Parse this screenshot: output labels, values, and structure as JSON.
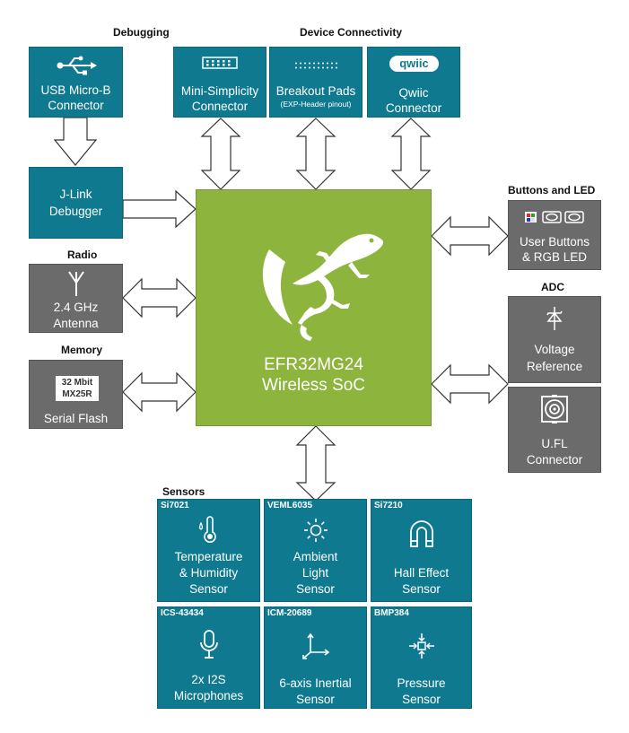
{
  "sections": {
    "debugging": "Debugging",
    "device_connectivity": "Device Connectivity",
    "buttons_led": "Buttons and LED",
    "radio": "Radio",
    "memory": "Memory",
    "adc": "ADC",
    "sensors": "Sensors"
  },
  "blocks": {
    "usb": {
      "line1": "USB Micro-B",
      "line2": "Connector",
      "icon": "usb-icon"
    },
    "jlink": {
      "line1": "J-Link",
      "line2": "Debugger"
    },
    "mini_simplicity": {
      "line1": "Mini-Simplicity",
      "line2": "Connector",
      "icon": "connector-header-icon"
    },
    "breakout": {
      "line1": "Breakout Pads",
      "sub": "(EXP-Header pinout)",
      "icon": "breakout-pads-icon"
    },
    "qwiic": {
      "logo": "qwiic",
      "line1": "Qwiic",
      "line2": "Connector"
    },
    "user_buttons": {
      "line1": "User Buttons",
      "line2": "& RGB LED",
      "icon": "buttons-led-icon"
    },
    "antenna": {
      "line1": "2.4 GHz",
      "line2": "Antenna",
      "icon": "antenna-icon"
    },
    "flash": {
      "chip1": "32 Mbit",
      "chip2": "MX25R",
      "line1": "Serial Flash"
    },
    "voltage_ref": {
      "line1": "Voltage",
      "line2": "Reference",
      "icon": "zener-diode-icon"
    },
    "ufl": {
      "line1": "U.FL",
      "line2": "Connector",
      "icon": "ufl-connector-icon"
    },
    "soc": {
      "line1": "EFR32MG24",
      "line2": "Wireless SoC",
      "logo": "gecko-logo-icon"
    }
  },
  "sensors": [
    {
      "part": "Si7021",
      "line1": "Temperature",
      "line2": "& Humidity",
      "line3": "Sensor",
      "icon": "thermometer-icon"
    },
    {
      "part": "VEML6035",
      "line1": "Ambient",
      "line2": "Light",
      "line3": "Sensor",
      "icon": "sun-icon"
    },
    {
      "part": "Si7210",
      "line1": "Hall Effect",
      "line2": "Sensor",
      "icon": "magnet-icon"
    },
    {
      "part": "ICS-43434",
      "line1": "2x I2S",
      "line2": "Microphones",
      "icon": "microphone-icon"
    },
    {
      "part": "ICM-20689",
      "line1": "6-axis Inertial",
      "line2": "Sensor",
      "icon": "axes-icon"
    },
    {
      "part": "BMP384",
      "line1": "Pressure",
      "line2": "Sensor",
      "icon": "pressure-icon"
    }
  ],
  "colors": {
    "teal": "#0f7a8f",
    "gray": "#6b6b6b",
    "soc_green": "#8db43c"
  }
}
